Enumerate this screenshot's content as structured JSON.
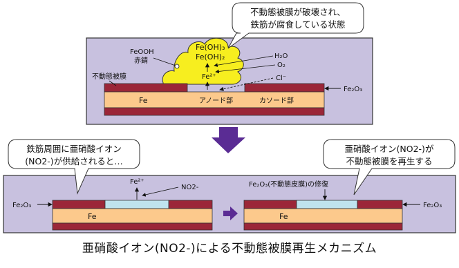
{
  "colors": {
    "panel_bg": "#c8c1df",
    "panel_border": "#333333",
    "passive_film": "#9b2638",
    "iron": "#fcc98c",
    "rust": "#f7ee1f",
    "repair_film": "#bfe3ee",
    "arrow_purple": "#5a2c94"
  },
  "top_panel": {
    "callout": {
      "line1": "不動態被膜が破壊され、",
      "line2": "鉄筋が腐食している状態"
    },
    "labels": {
      "feooh": "FeOOH",
      "red_rust": "赤錆",
      "feoh3": "Fe(OH)₃",
      "feoh2": "Fe(OH)₂",
      "h2o": "H₂O",
      "o2": "O₂",
      "fe2plus": "Fe²⁺",
      "cl": "Cl⁻",
      "passive_film": "不動態被膜",
      "fe2o3": "Fe₂O₃",
      "fe": "Fe",
      "anode": "アノード部",
      "cathode": "カソード部"
    }
  },
  "bottom_left": {
    "callout": {
      "line1": "鉄筋周囲に亜硝酸イオン",
      "line2": "(NO2-)が供給されると…"
    },
    "labels": {
      "fe2plus": "Fe²⁺",
      "no2": "NO2-",
      "fe2o3": "Fe₂O₃",
      "fe": "Fe"
    }
  },
  "bottom_right": {
    "callout": {
      "line1": "亜硝酸イオン(NO2-)が",
      "line2": "不動態被膜を再生する"
    },
    "labels": {
      "repair": "Fe₂O₃(不動態皮膜)の修復",
      "fe2o3": "Fe₂O₃",
      "fe": "Fe"
    }
  },
  "caption": "亜硝酸イオン(NO2-)による不動態被膜再生メカニズム"
}
